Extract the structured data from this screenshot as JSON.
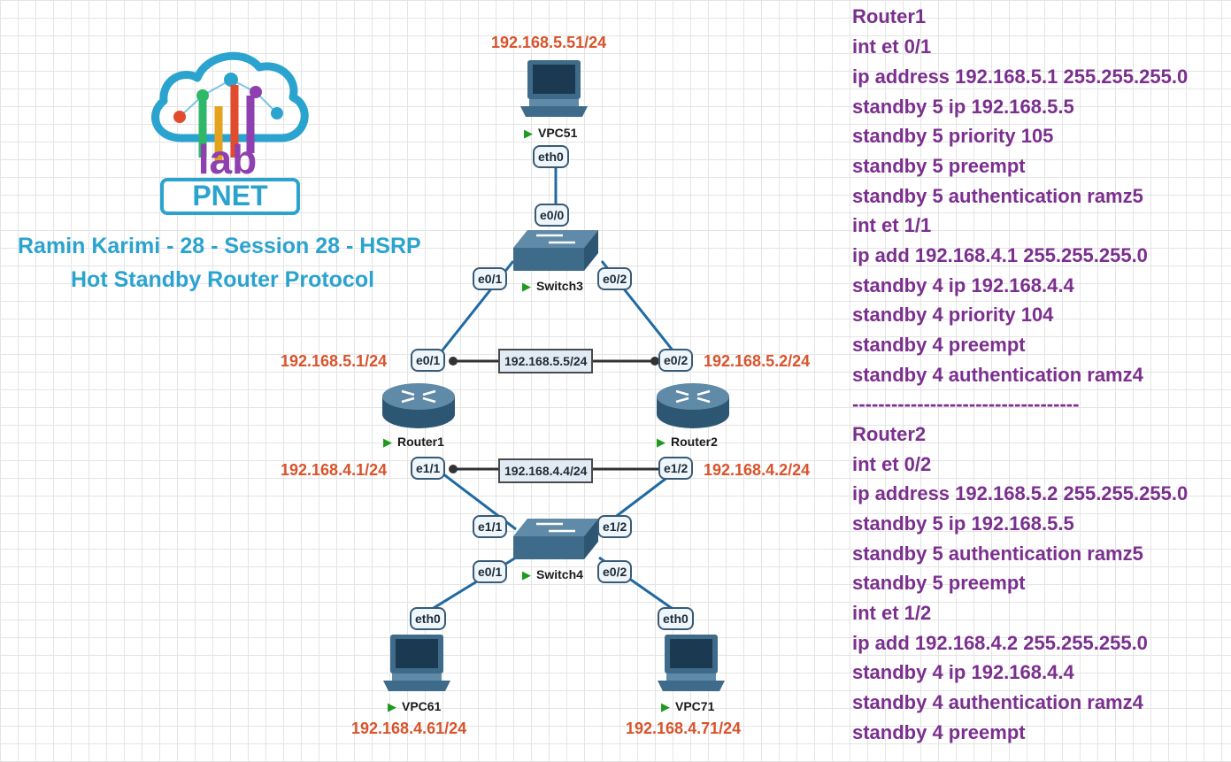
{
  "logo": {
    "lab_text": "lab",
    "brand_text": "PNET"
  },
  "title": {
    "line1": "Ramin Karimi - 28 - Session 28 - HSRP",
    "line2": "Hot Standby Router Protocol"
  },
  "colors": {
    "ip": "#d9532b",
    "title": "#2ba3cf",
    "config": "#7b2f8e",
    "link": "#1f6aa3",
    "device": "#3e6b8a"
  },
  "nodes": {
    "vpc51": {
      "name": "VPC51",
      "ip": "192.168.5.51/24",
      "port": "eth0",
      "icon": "pc-icon"
    },
    "switch3": {
      "name": "Switch3",
      "ports": [
        "e0/0",
        "e0/1",
        "e0/2"
      ],
      "icon": "switch-icon"
    },
    "router1": {
      "name": "Router1",
      "ip_top": "192.168.5.1/24",
      "port_top": "e0/1",
      "ip_bottom": "192.168.4.1/24",
      "port_bottom": "e1/1",
      "icon": "router-icon"
    },
    "router2": {
      "name": "Router2",
      "ip_top": "192.168.5.2/24",
      "port_top": "e0/2",
      "ip_bottom": "192.168.4.2/24",
      "port_bottom": "e1/2",
      "icon": "router-icon"
    },
    "switch4": {
      "name": "Switch4",
      "ports": [
        "e1/1",
        "e1/2",
        "e0/1",
        "e0/2"
      ],
      "icon": "switch-icon"
    },
    "vpc61": {
      "name": "VPC61",
      "ip": "192.168.4.61/24",
      "port": "eth0",
      "icon": "pc-icon"
    },
    "vpc71": {
      "name": "VPC71",
      "ip": "192.168.4.71/24",
      "port": "eth0",
      "icon": "pc-icon"
    }
  },
  "virtual_ips": {
    "top": "192.168.5.5/24",
    "bottom": "192.168.4.4/24"
  },
  "config": [
    "Router1",
    "int et 0/1",
    "ip address 192.168.5.1 255.255.255.0",
    "standby 5 ip 192.168.5.5",
    "standby 5 priority 105",
    "standby 5 preempt",
    "standby 5 authentication ramz5",
    "int et 1/1",
    "ip add 192.168.4.1 255.255.255.0",
    "standby 4 ip 192.168.4.4",
    "standby 4 priority 104",
    "standby 4 preempt",
    "standby 4 authentication ramz4",
    "-----------------------------------",
    "Router2",
    "int et 0/2",
    "ip address 192.168.5.2 255.255.255.0",
    "standby 5 ip 192.168.5.5",
    "standby 5 authentication ramz5",
    "standby 5 preempt",
    "int et 1/2",
    "ip add 192.168.4.2 255.255.255.0",
    "standby 4 ip 192.168.4.4",
    "standby 4 authentication ramz4",
    "standby 4 preempt"
  ]
}
